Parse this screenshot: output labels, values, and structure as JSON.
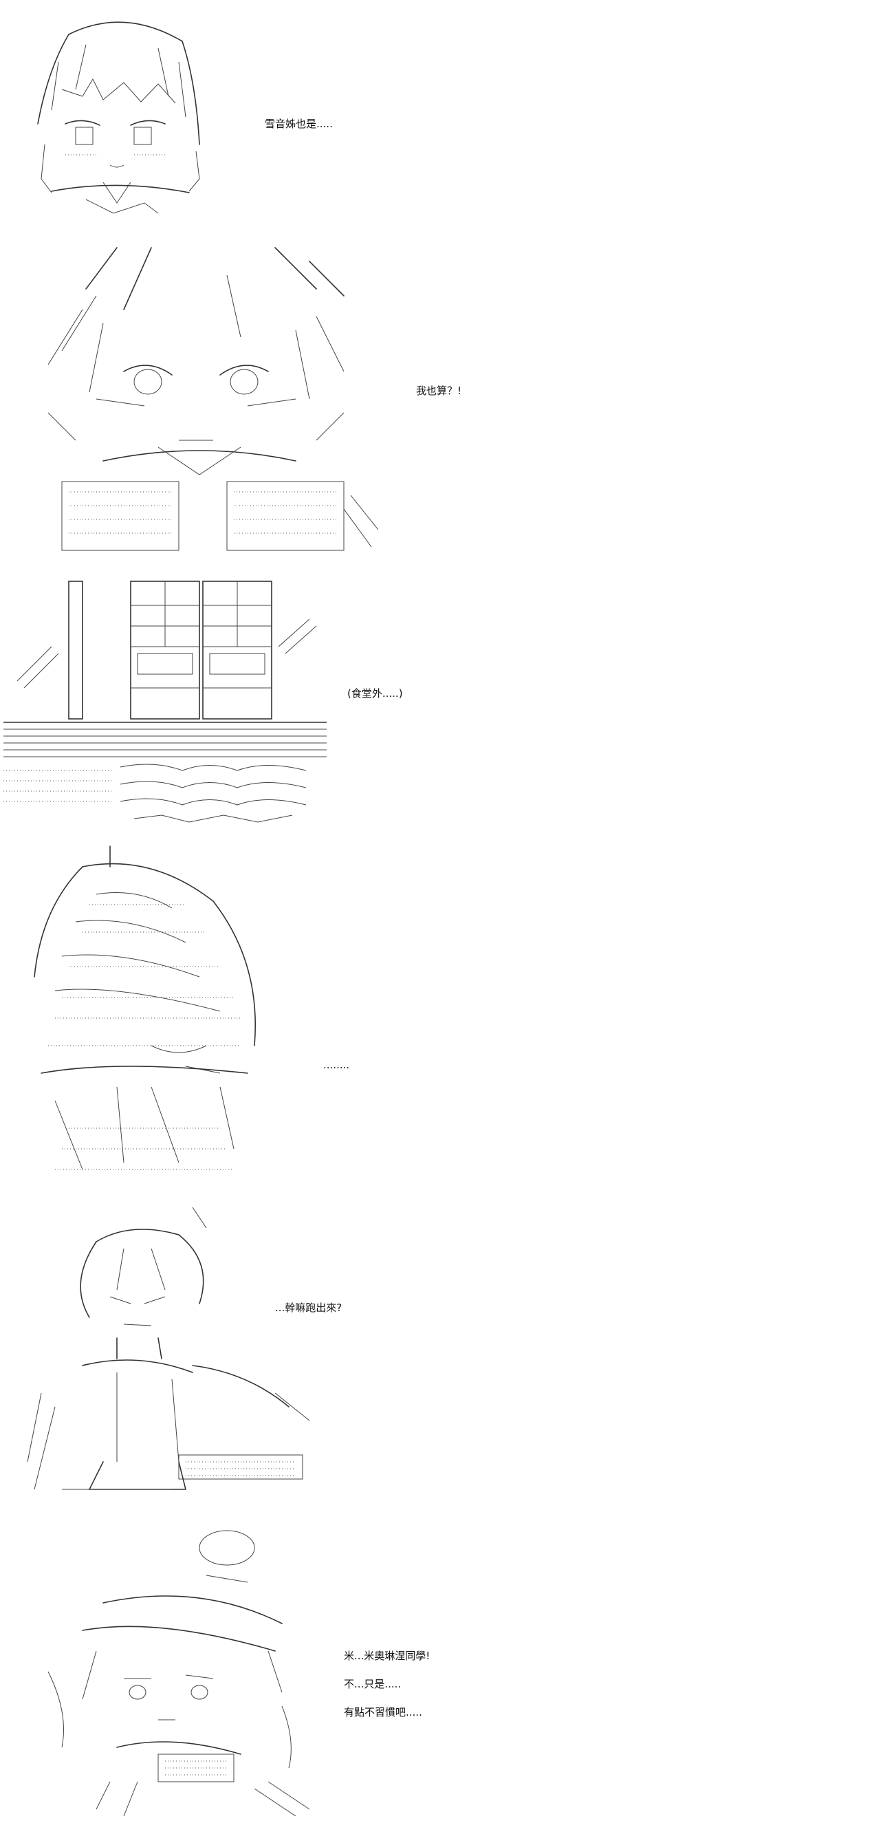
{
  "panels": [
    {
      "id": "panel-1",
      "subject": "girl-face",
      "lines": [
        "雪音姊也是....."
      ]
    },
    {
      "id": "panel-2",
      "subject": "girl-surprised",
      "lines": [
        "我也算？!"
      ]
    },
    {
      "id": "panel-3",
      "subject": "cafeteria-window",
      "lines": [
        "(食堂外.....)"
      ]
    },
    {
      "id": "panel-4",
      "subject": "girl-back-long-hair",
      "lines": [
        "........"
      ]
    },
    {
      "id": "panel-5",
      "subject": "girl-with-tray",
      "lines": [
        "...幹嘛跑出來?"
      ]
    },
    {
      "id": "panel-6",
      "subject": "girl-hat-side",
      "lines": [
        "米...米奧琳涅同學!",
        "不...只是.....",
        "有點不習慣吧....."
      ]
    }
  ],
  "colors": {
    "background": "#ffffff",
    "ink": "#333333",
    "text": "#111111"
  }
}
